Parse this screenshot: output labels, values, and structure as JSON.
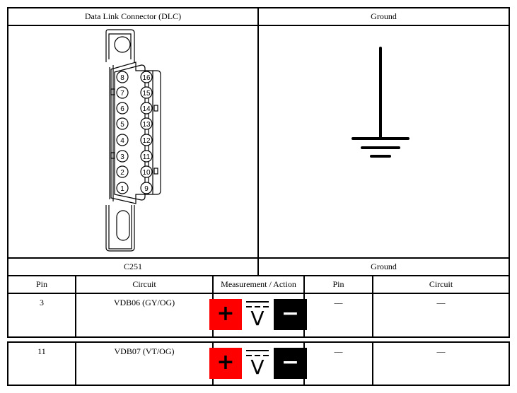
{
  "top_table": {
    "left_header": "Data Link Connector (DLC)",
    "right_header": "Ground",
    "left_footer": "C251",
    "right_footer": "Ground",
    "connector_pins_left": [
      "8",
      "7",
      "6",
      "5",
      "4",
      "3",
      "2",
      "1"
    ],
    "connector_pins_right": [
      "16",
      "15",
      "14",
      "13",
      "12",
      "11",
      "10",
      "9"
    ]
  },
  "columns": [
    "Pin",
    "Circuit",
    "Measurement / Action",
    "Pin",
    "Circuit"
  ],
  "rows": [
    {
      "pin": "3",
      "circuit": "VDB06 (GY/OG)",
      "pin2": "—",
      "circuit2": "—"
    },
    {
      "pin": "11",
      "circuit": "VDB07 (VT/OG)",
      "pin2": "—",
      "circuit2": "—"
    }
  ],
  "measurement": {
    "plus_symbol": "+",
    "minus_symbol": "−",
    "meter_symbol": "V",
    "positive_color": "#ff0000",
    "negative_color": "#000000"
  }
}
